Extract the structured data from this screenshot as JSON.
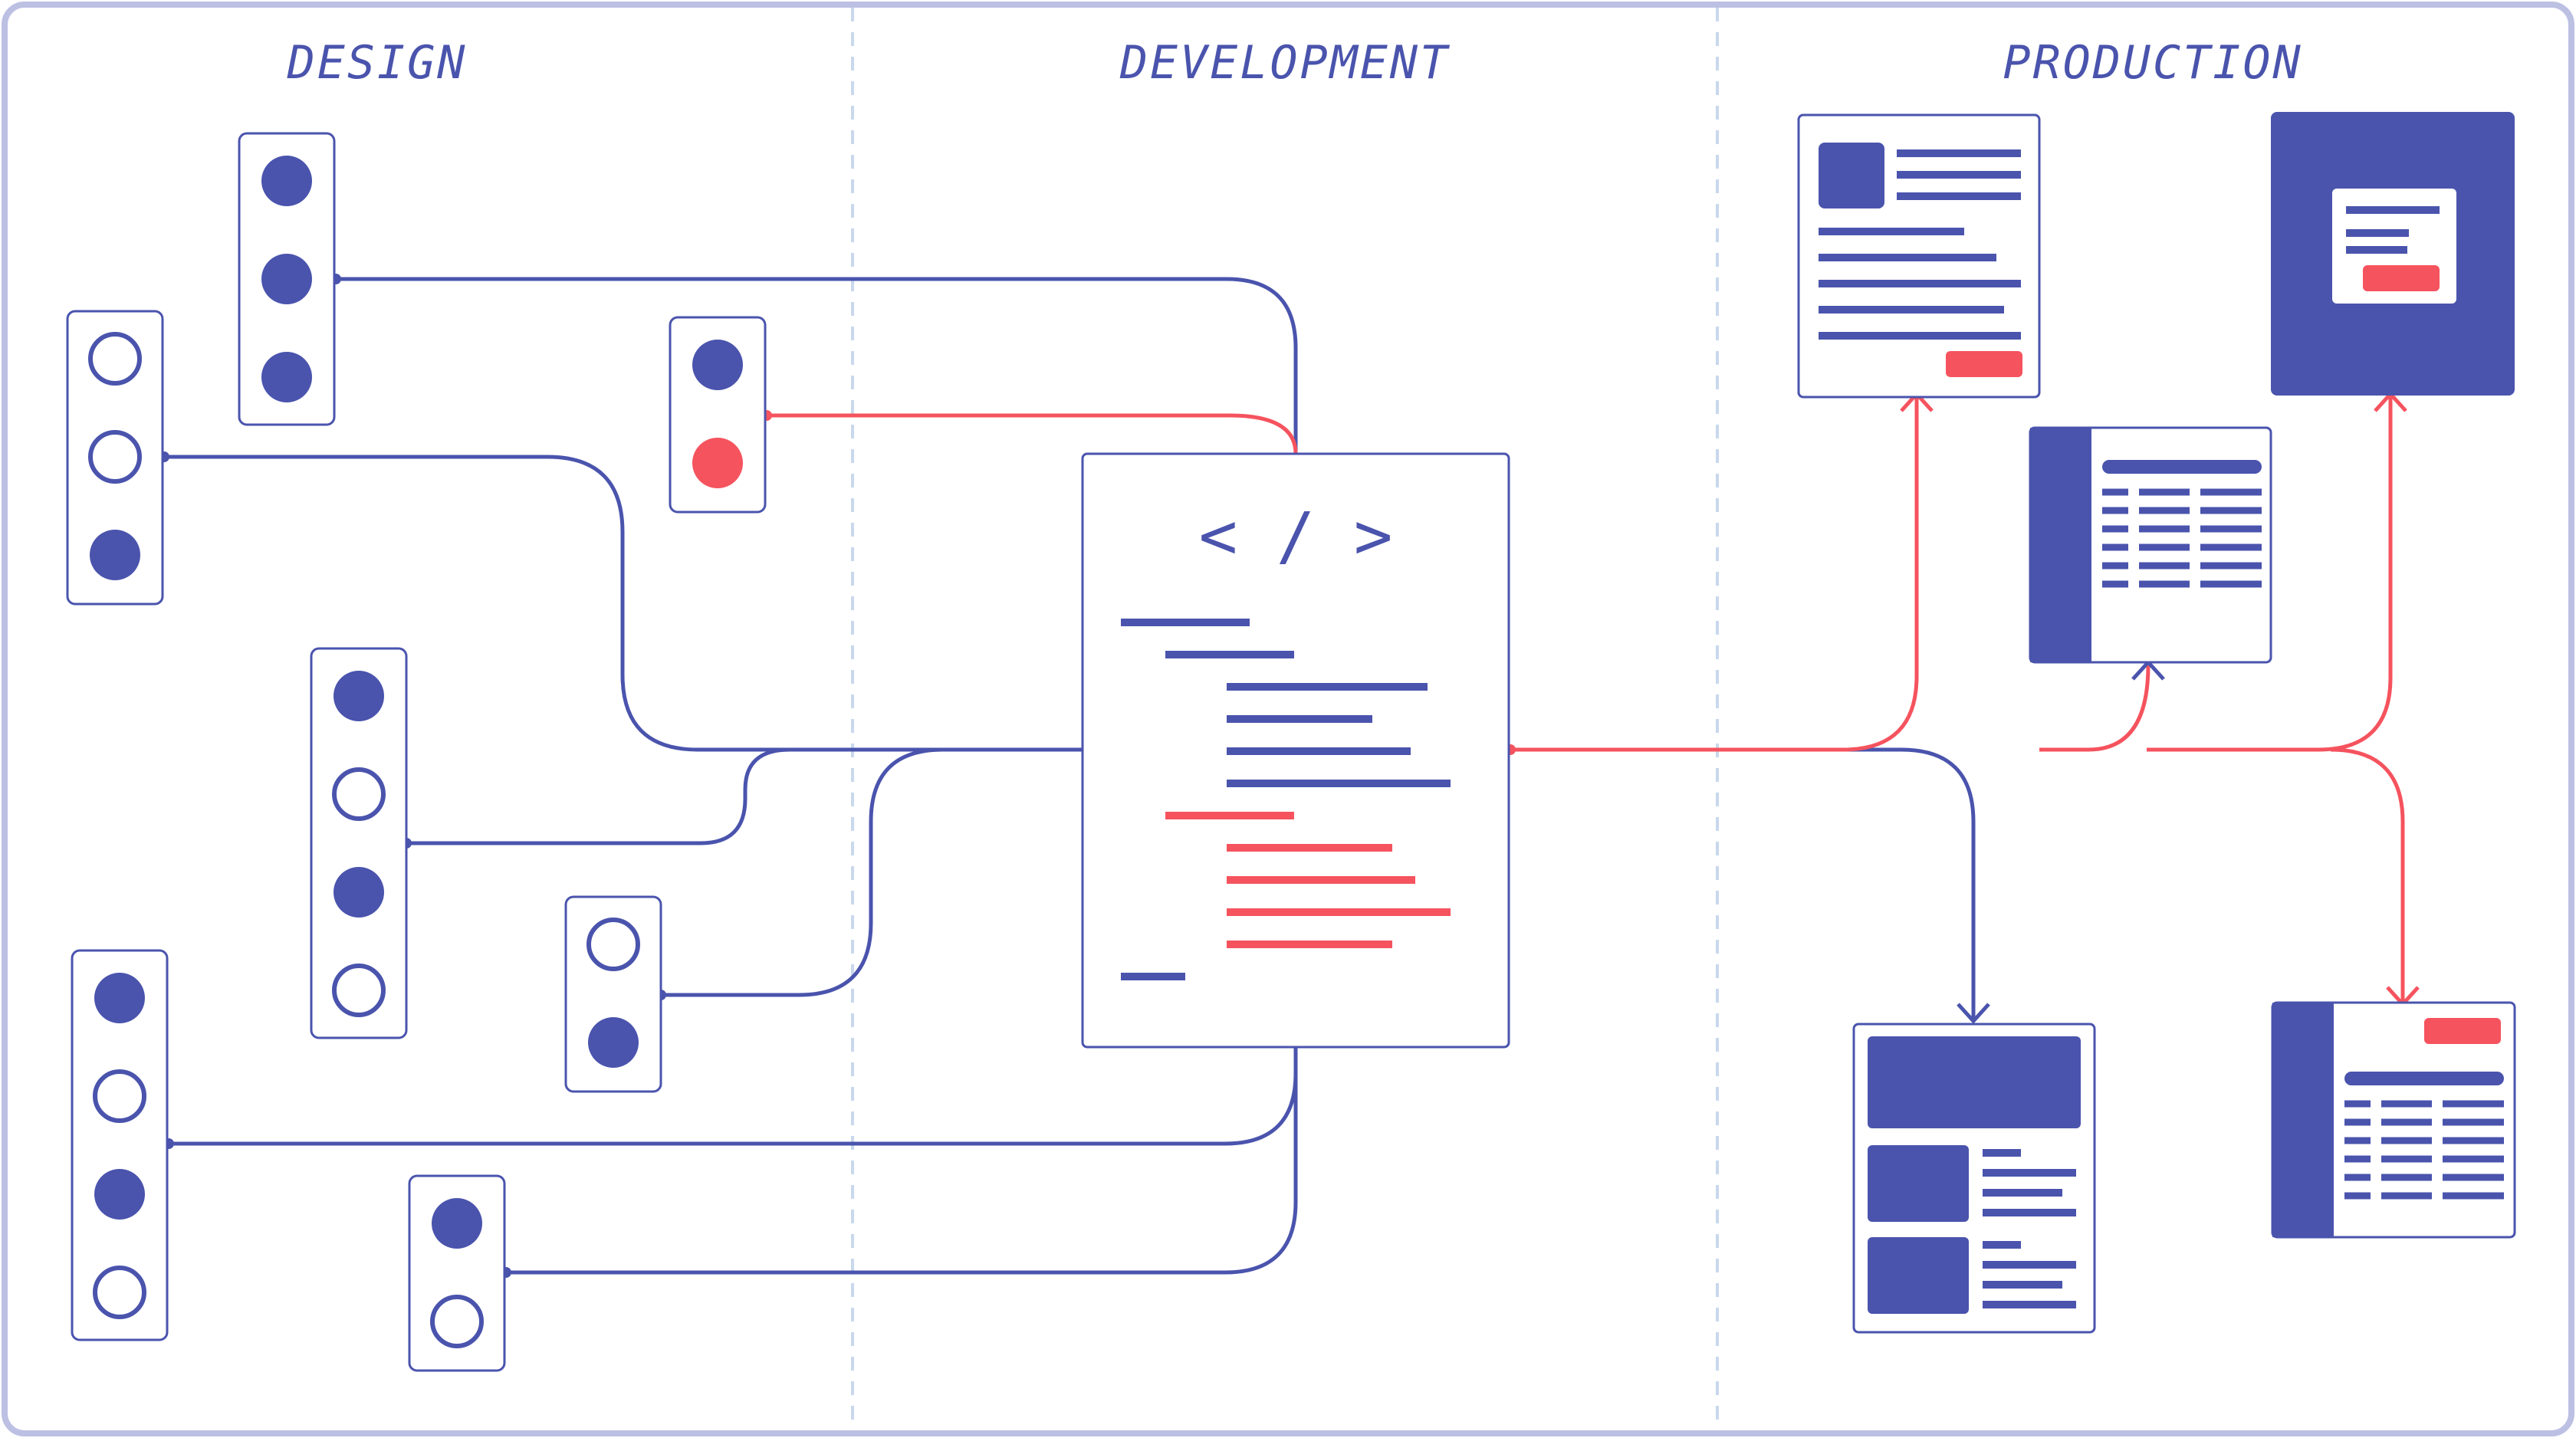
{
  "stages": [
    {
      "id": "design",
      "label": "DESIGN"
    },
    {
      "id": "development",
      "label": "DEVELOPMENT"
    },
    {
      "id": "production",
      "label": "PRODUCTION"
    }
  ],
  "code_document": {
    "glyph": "< / >"
  },
  "colors": {
    "primary": "#4a54ad",
    "accent": "#f5535e",
    "frame": "#bcc0e2",
    "divider": "#c9d8ec",
    "background": "#ffffff"
  },
  "design_components": [
    {
      "name": "toggle-group-1",
      "dots": [
        "filled",
        "filled",
        "filled"
      ]
    },
    {
      "name": "toggle-group-2",
      "dots": [
        "empty",
        "empty",
        "filled"
      ]
    },
    {
      "name": "toggle-group-3",
      "dots": [
        "filled",
        "accent"
      ]
    },
    {
      "name": "toggle-group-4",
      "dots": [
        "filled",
        "empty",
        "filled",
        "empty"
      ]
    },
    {
      "name": "toggle-group-5",
      "dots": [
        "empty",
        "filled"
      ]
    },
    {
      "name": "toggle-group-6",
      "dots": [
        "filled",
        "empty",
        "filled",
        "empty"
      ]
    },
    {
      "name": "toggle-group-7",
      "dots": [
        "filled",
        "empty"
      ]
    }
  ],
  "production_outputs": [
    "article-page",
    "modal-page",
    "table-page",
    "card-list-page",
    "sidebar-table-page"
  ]
}
